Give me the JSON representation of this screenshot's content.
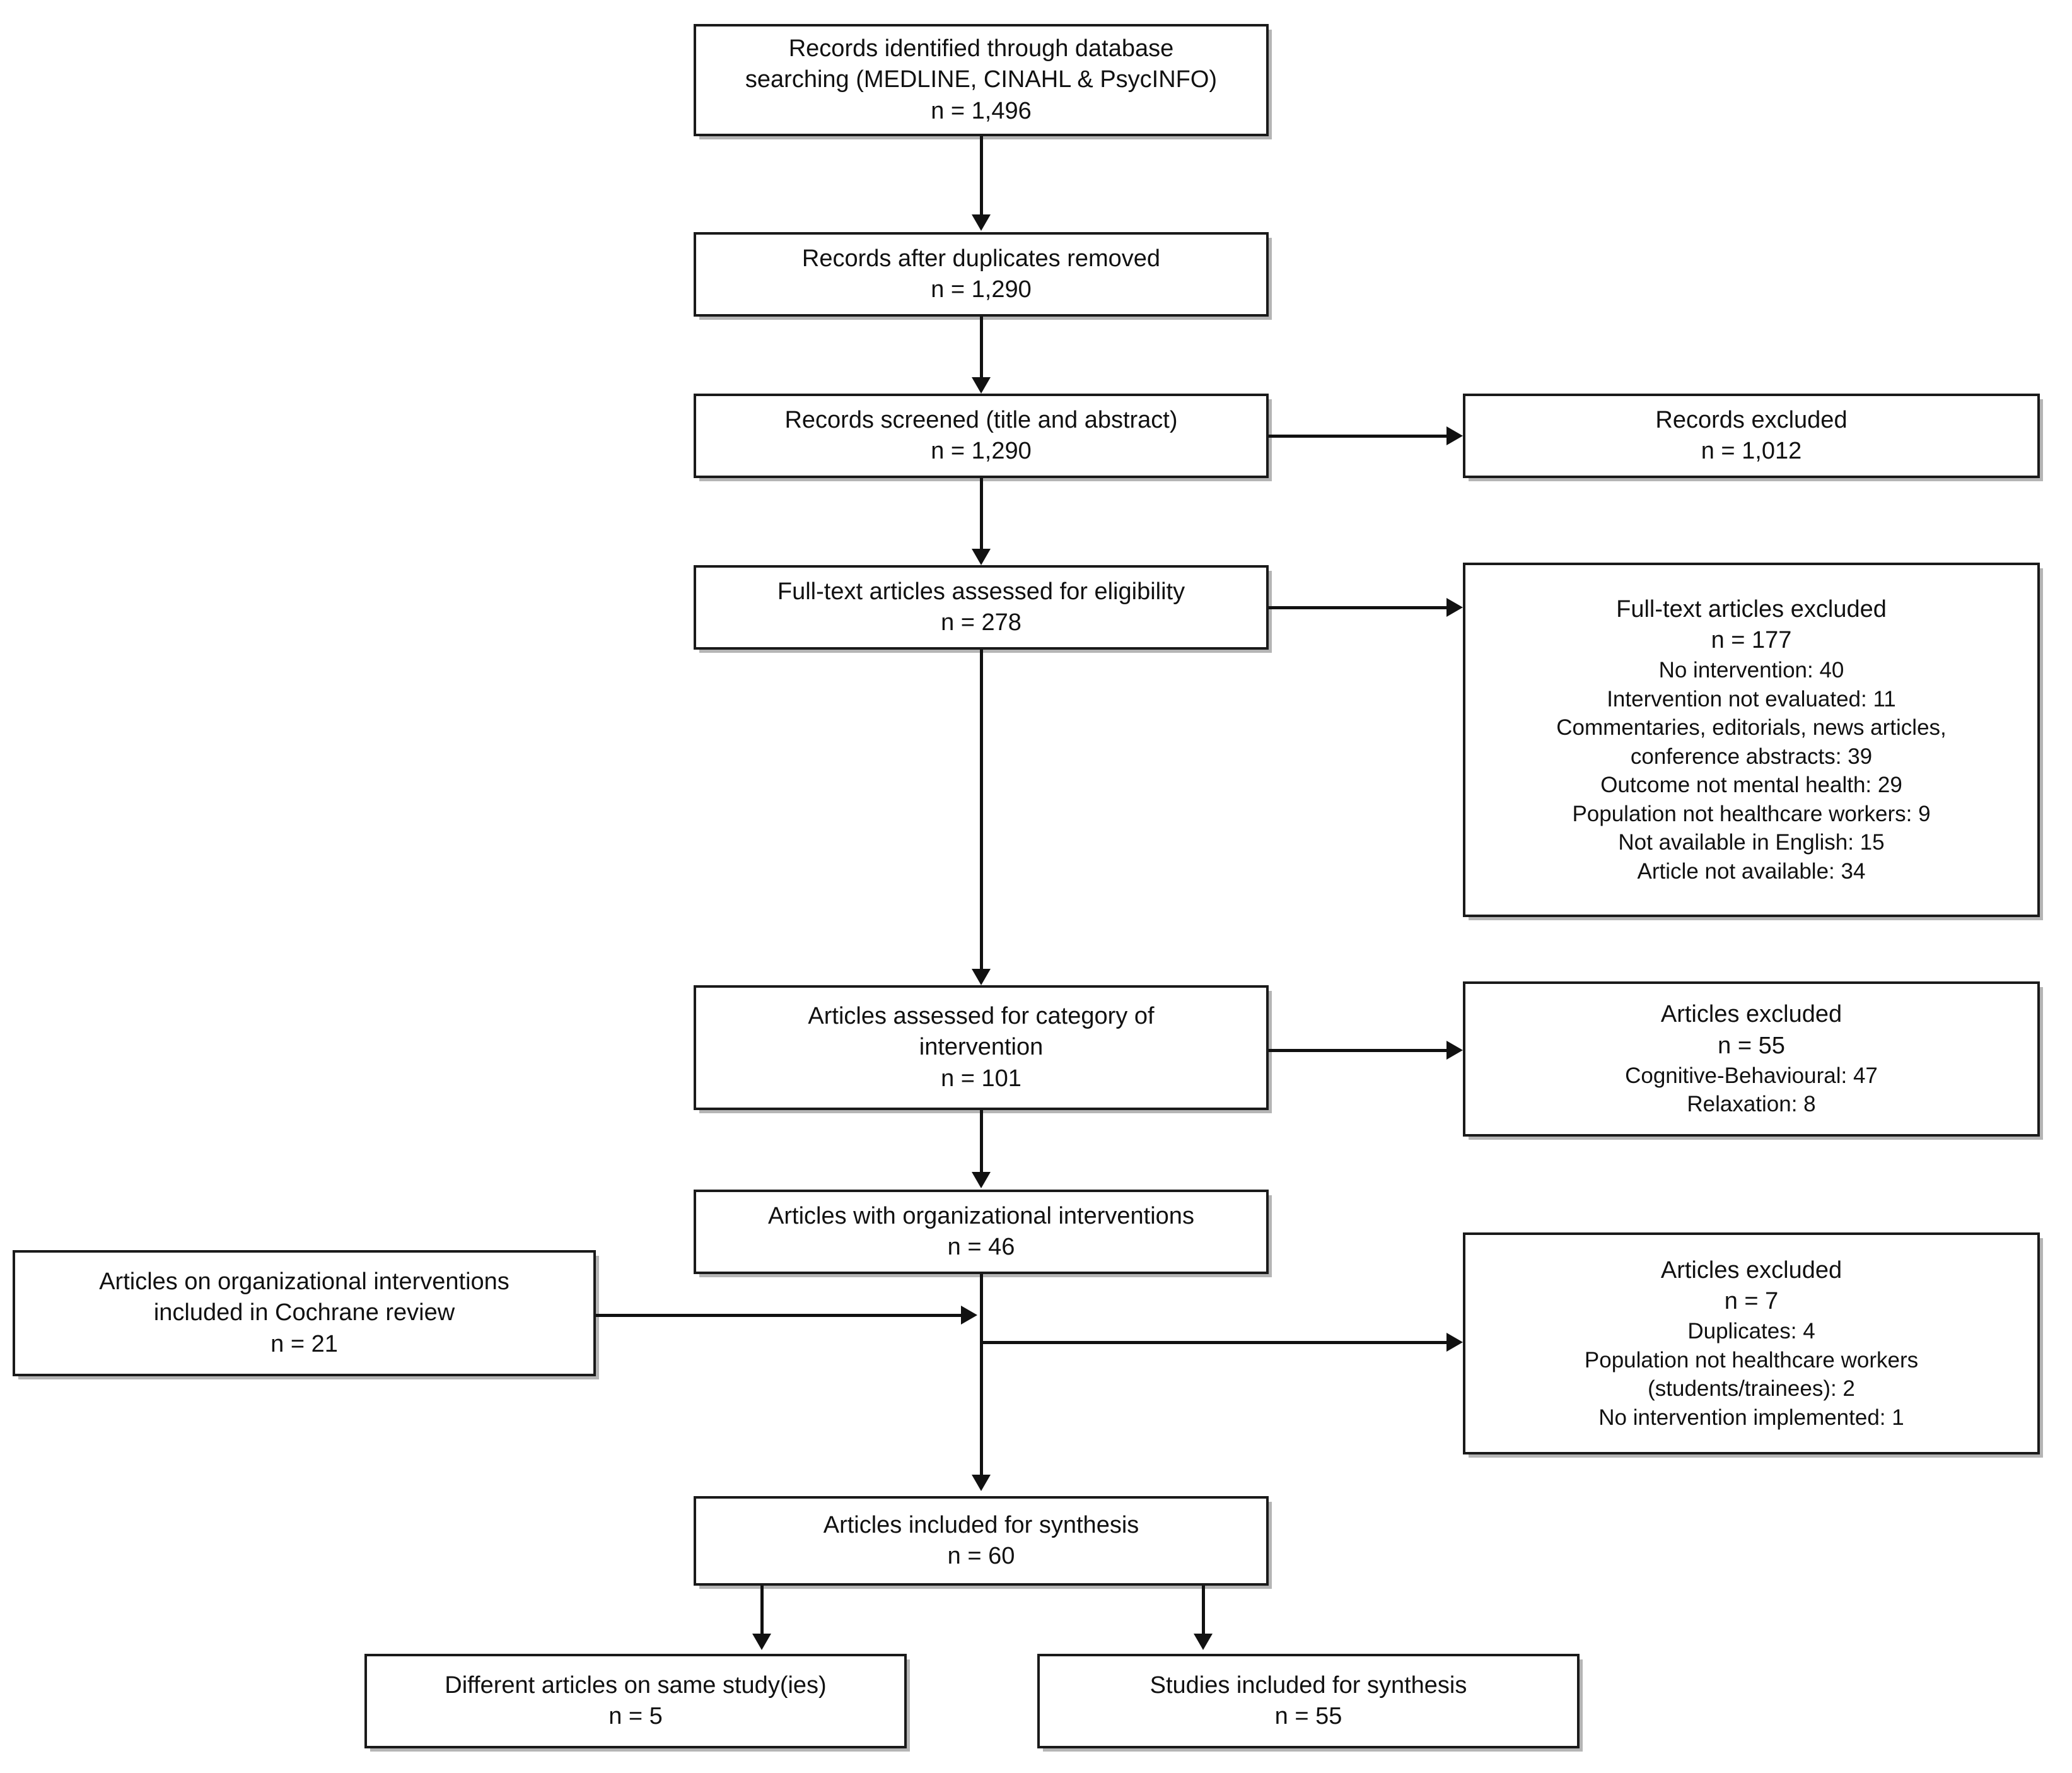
{
  "diagram": {
    "title": "PRISMA study selection flow diagram",
    "colors": {
      "box_border": "#1a1a1a",
      "connector": "#111111",
      "background": "#ffffff",
      "shadow": "#787878"
    },
    "boxes": {
      "identified": {
        "line1": "Records identified through database",
        "line2": "searching (MEDLINE, CINAHL & PsycINFO)",
        "line3": "n = 1,496"
      },
      "duplicates_removed": {
        "line1": "Records after duplicates removed",
        "line2": "n = 1,290"
      },
      "screened": {
        "line1": "Records screened (title and abstract)",
        "line2": "n = 1,290"
      },
      "records_excluded": {
        "line1": "Records excluded",
        "line2": "n = 1,012"
      },
      "fulltext_assessed": {
        "line1": "Full-text articles assessed for eligibility",
        "line2": "n = 278"
      },
      "fulltext_excluded": {
        "line1": "Full-text articles excluded",
        "line2": "n = 177",
        "line3": "No intervention: 40",
        "line4": "Intervention not evaluated: 11",
        "line5": "Commentaries, editorials, news articles,",
        "line6": "conference abstracts: 39",
        "line7": "Outcome not mental health: 29",
        "line8": "Population not healthcare workers: 9",
        "line9": "Not available in English: 15",
        "line10": "Article not available: 34"
      },
      "category_assessed": {
        "line1": "Articles assessed for category of",
        "line2": "intervention",
        "line3": "n = 101"
      },
      "articles_excluded_55": {
        "line1": "Articles excluded",
        "line2": "n = 55",
        "line3": "Cognitive-Behavioural: 47",
        "line4": "Relaxation: 8"
      },
      "organizational": {
        "line1": "Articles with organizational interventions",
        "line2": "n = 46"
      },
      "cochrane": {
        "line1": "Articles on organizational interventions",
        "line2": "included in Cochrane review",
        "line3": "n = 21"
      },
      "articles_excluded_7": {
        "line1": "Articles excluded",
        "line2": "n = 7",
        "line3": "Duplicates: 4",
        "line4": "Population not healthcare workers",
        "line5": "(students/trainees): 2",
        "line6": "No intervention implemented: 1"
      },
      "included_synthesis": {
        "line1": "Articles included for synthesis",
        "line2": "n = 60"
      },
      "same_study": {
        "line1": "Different articles on same study(ies)",
        "line2": "n = 5"
      },
      "studies_included": {
        "line1": "Studies included for synthesis",
        "line2": "n = 55"
      }
    }
  }
}
